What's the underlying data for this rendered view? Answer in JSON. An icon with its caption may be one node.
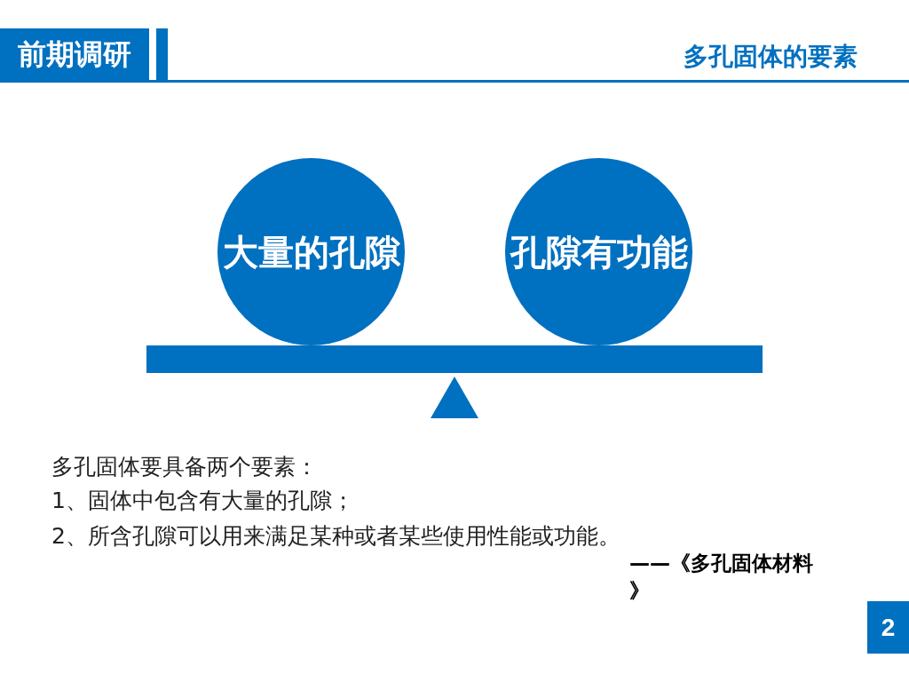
{
  "diagram": {
    "title": "多孔固体的要素",
    "nodes": [
      {
        "text": [
          "前期调研"
        ]
      },
      {
        "text": [
          "大量的孔隙"
        ]
      },
      {
        "text": [
          "孔隙有功能"
        ]
      },
      {
        "text": [],
        "shape": "bar"
      },
      {
        "text": [],
        "shape": "triangle"
      },
      {
        "text": [
          "2"
        ]
      }
    ],
    "labels": [
      "多孔固体要具备两个要素：",
      "1、固体中包含有大量的孔隙；",
      "2、所含孔隙可以用来满足某种或者某些使用性能或功能。",
      "——《多孔固体材料》"
    ]
  }
}
